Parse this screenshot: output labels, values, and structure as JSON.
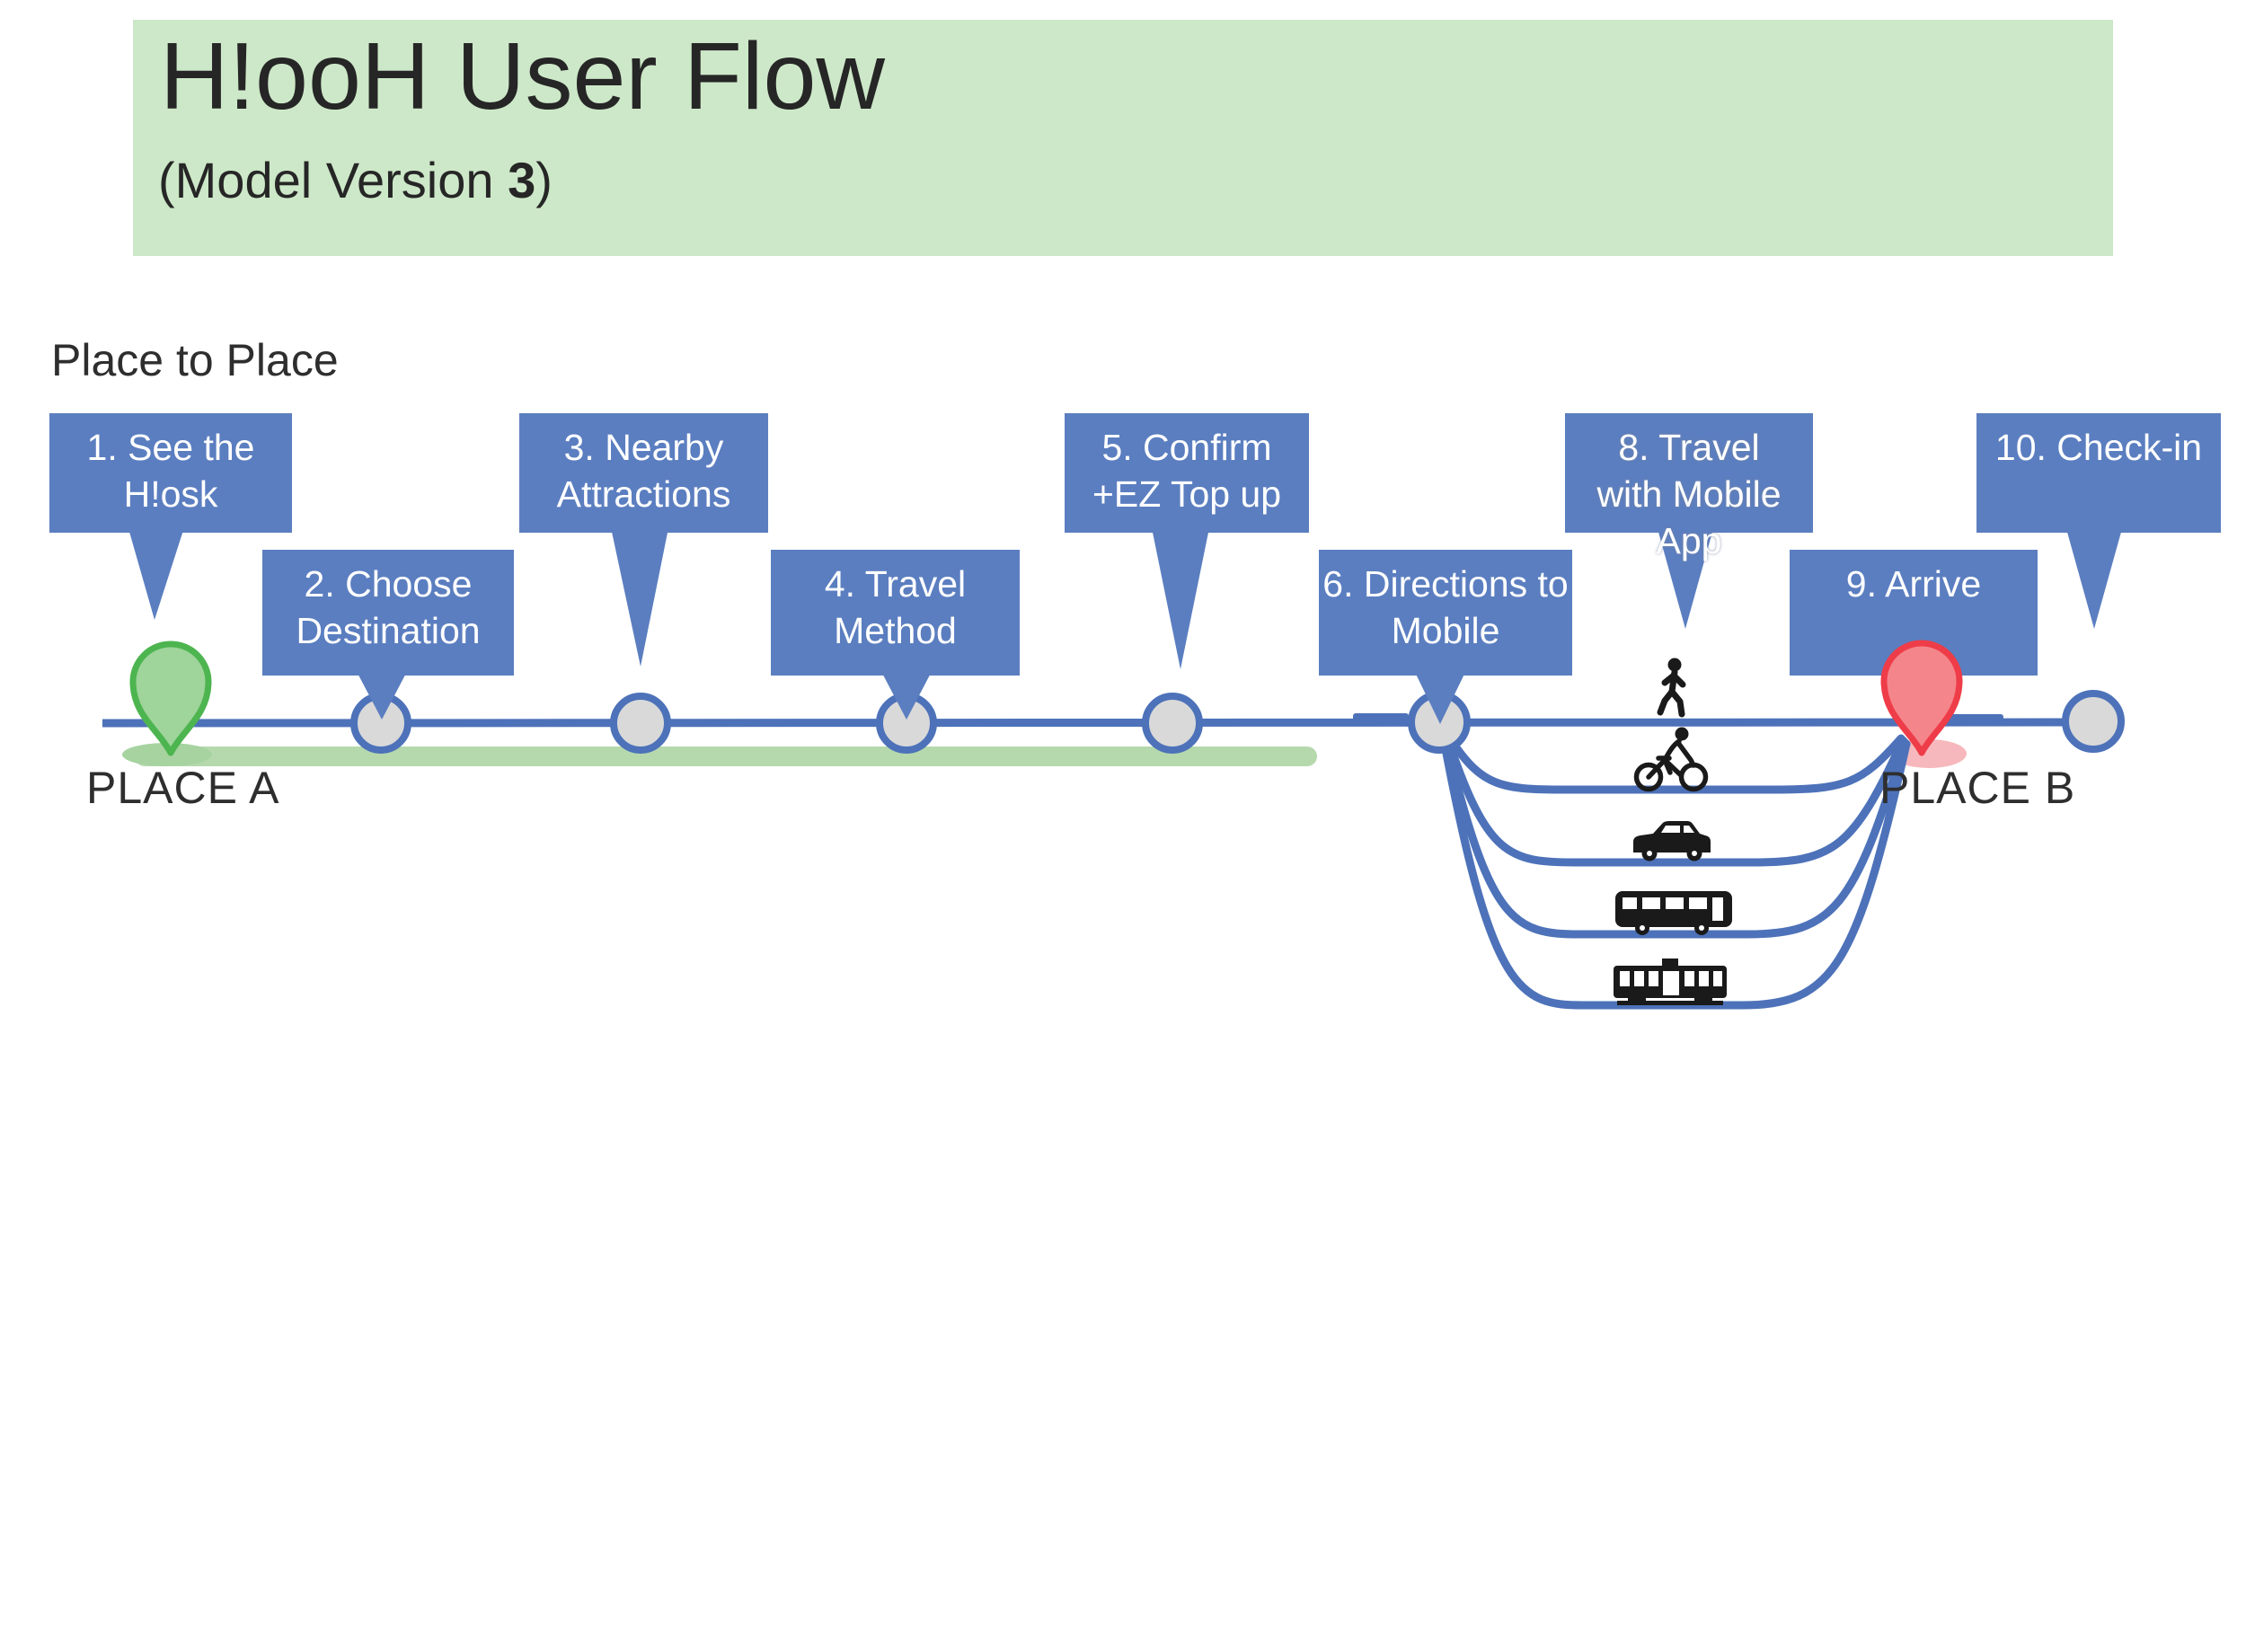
{
  "header": {
    "title": "H!ooH User Flow",
    "subtitle_open": "(Model Version ",
    "subtitle_version": "3",
    "subtitle_close": ")"
  },
  "section": {
    "label": "Place to Place"
  },
  "steps": [
    {
      "label": "1. See the H!osk"
    },
    {
      "label": "2. Choose Destination"
    },
    {
      "label": "3. Nearby Attractions"
    },
    {
      "label": "4. Travel Method"
    },
    {
      "label": "5. Confirm +EZ Top up"
    },
    {
      "label": "6. Directions to Mobile"
    },
    {
      "label": "8. Travel with Mobile App"
    },
    {
      "label": "9. Arrive"
    },
    {
      "label": "10. Check-in"
    }
  ],
  "places": {
    "start": "PLACE A",
    "end": "PLACE B"
  },
  "travel_modes": [
    "walk",
    "bicycle",
    "car",
    "bus",
    "tram"
  ],
  "colors": {
    "callout_blue": "#5b7ec0",
    "route_blue": "#4d72b9",
    "header_green": "#cde8c8",
    "band_green": "#b5d9ad",
    "start_pin_fill": "#9fd49b",
    "start_pin_border": "#4db54f",
    "end_pin_fill": "#f4858b",
    "end_pin_border": "#ee3c48",
    "node_fill": "#d9d9d9",
    "icon_black": "#1a1a1a",
    "text_dark": "#2e2e2e"
  }
}
